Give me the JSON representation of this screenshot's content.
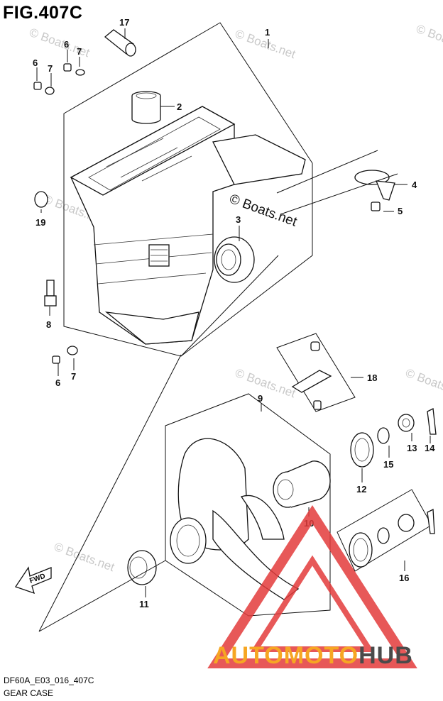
{
  "figure": {
    "title": "FIG.407C"
  },
  "footer": {
    "code": "DF60A_E03_016_407C",
    "name": "GEAR CASE"
  },
  "watermarks": {
    "main": "© Boats.net",
    "faint": "© Boats.net"
  },
  "logo": {
    "text_part1": "AUTO",
    "text_part2": "MOTO",
    "text_part3": "HUB",
    "accent": "#f6a623",
    "red": "#e33b3b"
  },
  "callouts": [
    {
      "id": "c1",
      "label": "1"
    },
    {
      "id": "c2",
      "label": "2"
    },
    {
      "id": "c3",
      "label": "3"
    },
    {
      "id": "c4",
      "label": "4"
    },
    {
      "id": "c5",
      "label": "5"
    },
    {
      "id": "c6a",
      "label": "6"
    },
    {
      "id": "c6b",
      "label": "6"
    },
    {
      "id": "c6c",
      "label": "6"
    },
    {
      "id": "c7a",
      "label": "7"
    },
    {
      "id": "c7b",
      "label": "7"
    },
    {
      "id": "c7c",
      "label": "7"
    },
    {
      "id": "c8",
      "label": "8"
    },
    {
      "id": "c9",
      "label": "9"
    },
    {
      "id": "c10",
      "label": "10"
    },
    {
      "id": "c11",
      "label": "11"
    },
    {
      "id": "c12",
      "label": "12"
    },
    {
      "id": "c13",
      "label": "13"
    },
    {
      "id": "c14",
      "label": "14"
    },
    {
      "id": "c15",
      "label": "15"
    },
    {
      "id": "c16",
      "label": "16"
    },
    {
      "id": "c17",
      "label": "17"
    },
    {
      "id": "c18",
      "label": "18"
    },
    {
      "id": "c19",
      "label": "19"
    }
  ],
  "fwd_label": "FWD"
}
